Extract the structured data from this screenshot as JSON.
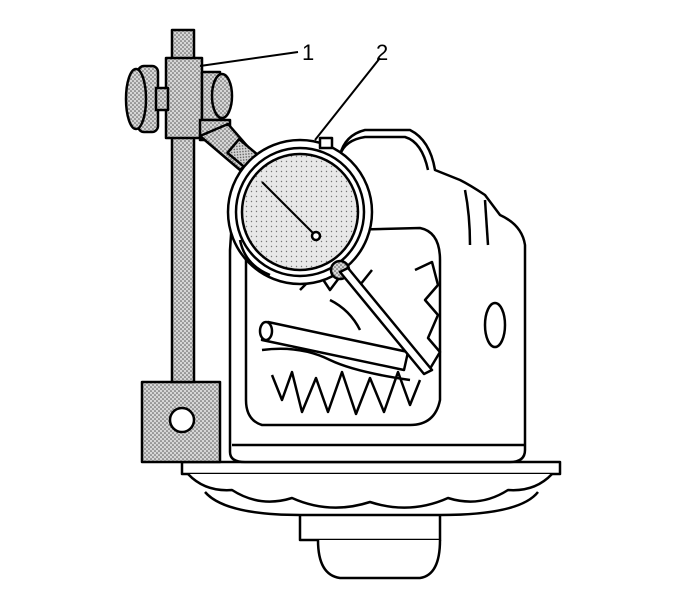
{
  "figure": {
    "callouts": [
      {
        "id": "1",
        "text": "1"
      },
      {
        "id": "2",
        "text": "2"
      }
    ],
    "colors": {
      "line": "#000000",
      "fill": "#ffffff",
      "stipple": "#9a9a9a"
    }
  }
}
